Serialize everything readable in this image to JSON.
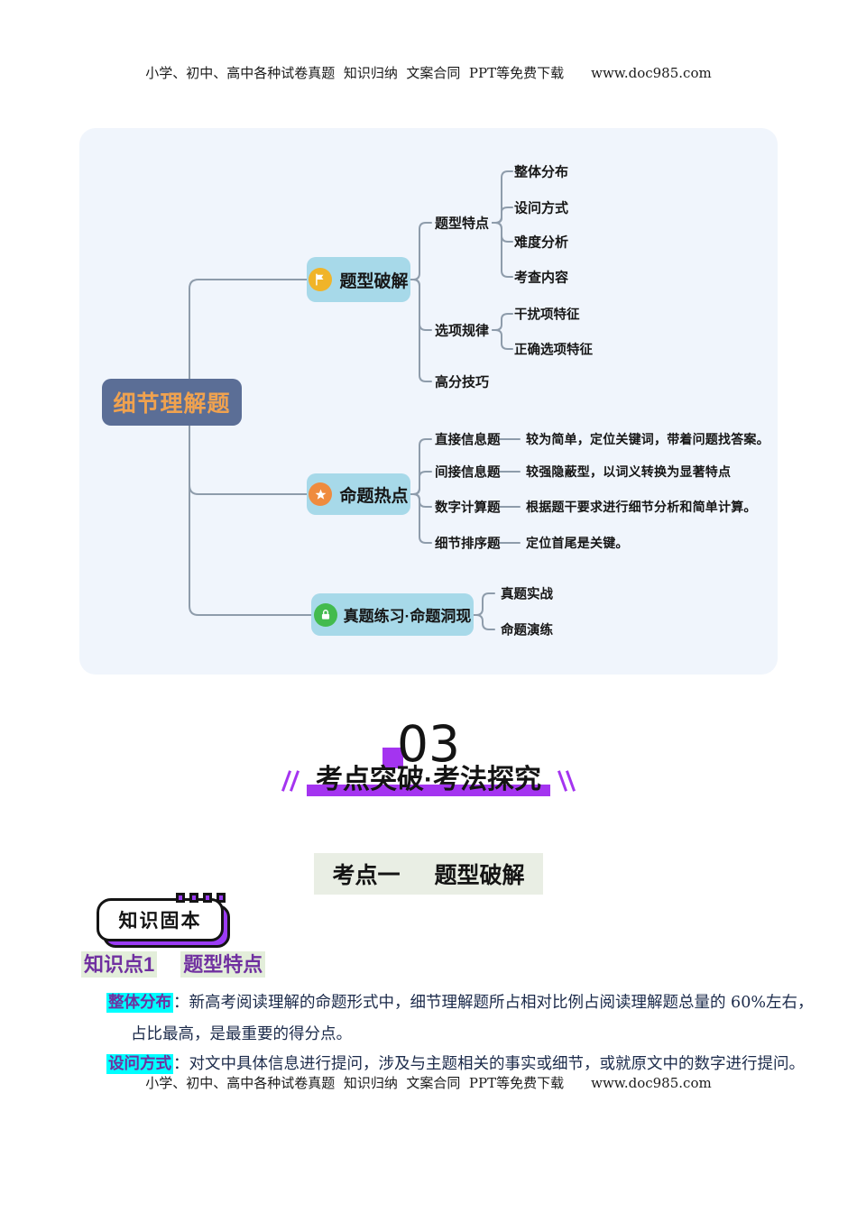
{
  "header": {
    "text": "小学、初中、高中各种试卷真题  知识归纳  文案合同  PPT等免费下载　　www.doc985.com"
  },
  "footer": {
    "text": "小学、初中、高中各种试卷真题  知识归纳  文案合同  PPT等免费下载　　www.doc985.com"
  },
  "mindmap": {
    "root": "细节理解题",
    "branches": [
      {
        "label": "题型破解",
        "icon": "flag-icon",
        "icon_color": "#f0b429"
      },
      {
        "label": "命题热点",
        "icon": "star-icon",
        "icon_color": "#ef8b3e"
      },
      {
        "label": "真题练习·命题洞现",
        "icon": "lock-icon",
        "icon_color": "#43bb4e"
      }
    ],
    "b1": {
      "groups": [
        {
          "label": "题型特点",
          "children": [
            "整体分布",
            "设问方式",
            "难度分析",
            "考查内容"
          ]
        },
        {
          "label": "选项规律",
          "children": [
            "干扰项特征",
            "正确选项特征"
          ]
        },
        {
          "label": "高分技巧",
          "children": []
        }
      ]
    },
    "b2": {
      "items": [
        {
          "label": "直接信息题",
          "desc": "较为简单，定位关键词，带着问题找答案。"
        },
        {
          "label": "间接信息题",
          "desc": "较强隐蔽型，以词义转换为显著特点"
        },
        {
          "label": "数字计算题",
          "desc": "根据题干要求进行细节分析和简单计算。"
        },
        {
          "label": "细节排序题",
          "desc": "定位首尾是关键。"
        }
      ]
    },
    "b3": {
      "items": [
        "真题实战",
        "命题演练"
      ]
    }
  },
  "section": {
    "number": "03",
    "title": "考点突破·考法探究"
  },
  "kaodian": {
    "label": "考点一",
    "title": "题型破解"
  },
  "badge": {
    "text": "知识固本"
  },
  "knowledge": {
    "label": "知识点1",
    "title": "题型特点"
  },
  "paragraphs": [
    {
      "term": "整体分布",
      "colon": "：",
      "line1": "新高考阅读理解的命题形式中，细节理解题所占相对比例占阅读理解题总量的 60%左右，",
      "line2": "占比最高，是最重要的得分点。"
    },
    {
      "term": "设问方式",
      "colon": "：",
      "line1": "对文中具体信息进行提问，涉及与主题相关的事实或细节，或就原文中的数字进行提问。"
    }
  ],
  "colors": {
    "accent_purple": "#a434f0",
    "highlight_cyan": "#00ffff",
    "term_purple": "#7030a0",
    "root_bg": "#5b6e96",
    "root_text": "#f0a24f",
    "node_bg": "#a7d9e9",
    "panel_bg": "#f0f5fc",
    "green_hl": "#e3eeda"
  }
}
